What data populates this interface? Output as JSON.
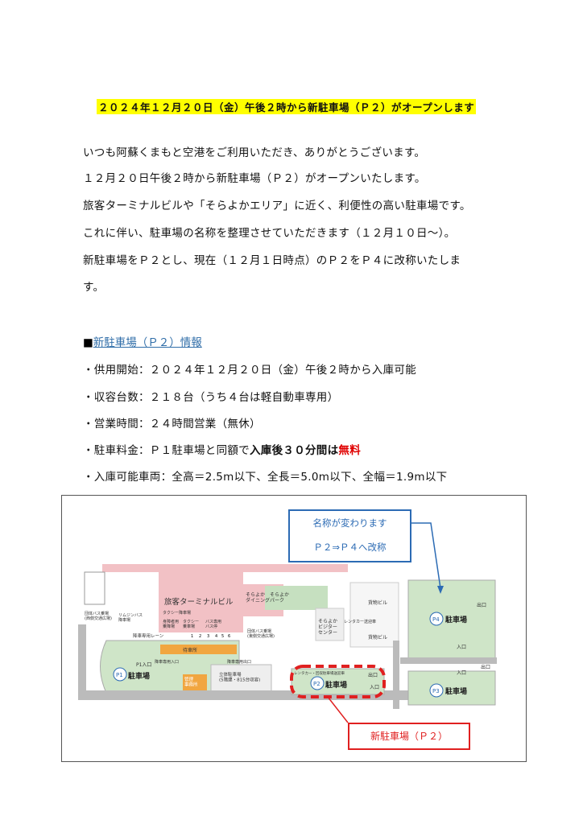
{
  "headline": "２０２４年１２月２０日（金）午後２時から新駐車場（Ｐ２）がオープンします",
  "paragraphs": [
    "いつも阿蘇くまもと空港をご利用いただき、ありがとうございます。",
    "１２月２０日午後２時から新駐車場（Ｐ２）がオープンいたします。",
    "旅客ターミナルビルや「そらよかエリア」に近く、利便性の高い駐車場です。",
    "これに伴い、駐車場の名称を整理させていただきます（１２月１０日～）。",
    "新駐車場をＰ２とし、現在（１２月１日時点）のＰ２をＰ４に改称いたしま",
    "す。"
  ],
  "section": {
    "marker": "■",
    "title": "新駐車場（Ｐ２）情報"
  },
  "info": {
    "open": "・供用開始：２０２４年１２月２０日（金）午後２時から入庫可能",
    "capacity": "・収容台数：２１８台（うち４台は軽自動車専用）",
    "hours": "・営業時間：２４時間営業（無休）",
    "fee_prefix": "・駐車料金：Ｐ１駐車場と同額で",
    "fee_bold": "入庫後３０分間は",
    "fee_red": "無料",
    "vehicle": "・入庫可能車両：全高＝2.5m以下、全長＝5.0m以下、全幅＝1.9m以下"
  },
  "callouts": {
    "rename_line1": "名称が変わります",
    "rename_line2": "Ｐ２⇒Ｐ４へ改称",
    "new_p2": "新駐車場（Ｐ２）"
  },
  "map": {
    "terminal": "旅客ターミナルビル",
    "dining": "そらよか\nダイニング",
    "park": "そらよか\nパーク",
    "visitor": "そらよか\nビジター\nセンター",
    "cargo1": "貨物ビル",
    "cargo2": "貨物ビル",
    "rental_lot": "レンタカー送迎車",
    "group_bus": "団体バス乗場\n(西側交通広場)",
    "limousine": "リムジンバス\n降車場",
    "taxi_drop": "タクシー降車場",
    "pickup": "身障者用\n乗降場",
    "taxi_ride": "タクシー\n乗車場",
    "bus_only": "バス専用\nバス停",
    "group_bus_east": "団体バス乗場\n(東側交通広場)",
    "drop_lane": "降車専用レーン",
    "bus_stops": [
      "1",
      "2",
      "3",
      "4",
      "5",
      "6"
    ],
    "waiting": "待車所",
    "drop_entrance": "降車専用入口",
    "drop_exit": "降車専用出口",
    "p1_entrance": "P1入口",
    "p1_label": "P1",
    "p1_name": "駐車場",
    "office": "管理\n事務所",
    "garage": "立体駐車場\n(5階建・815台収容)",
    "rental_return": "レンタカー・回収駐車場送迎車",
    "p2_label": "P2",
    "p2_name": "駐車場",
    "p2_exit": "出口",
    "p2_entrance": "入口",
    "p3_label": "P3",
    "p3_name": "駐車場",
    "p3_exit": "出口",
    "p4_label": "P4",
    "p4_name": "駐車場",
    "p4_exit": "出口",
    "p4_entrance": "入口",
    "p3_entrance": "入口"
  }
}
